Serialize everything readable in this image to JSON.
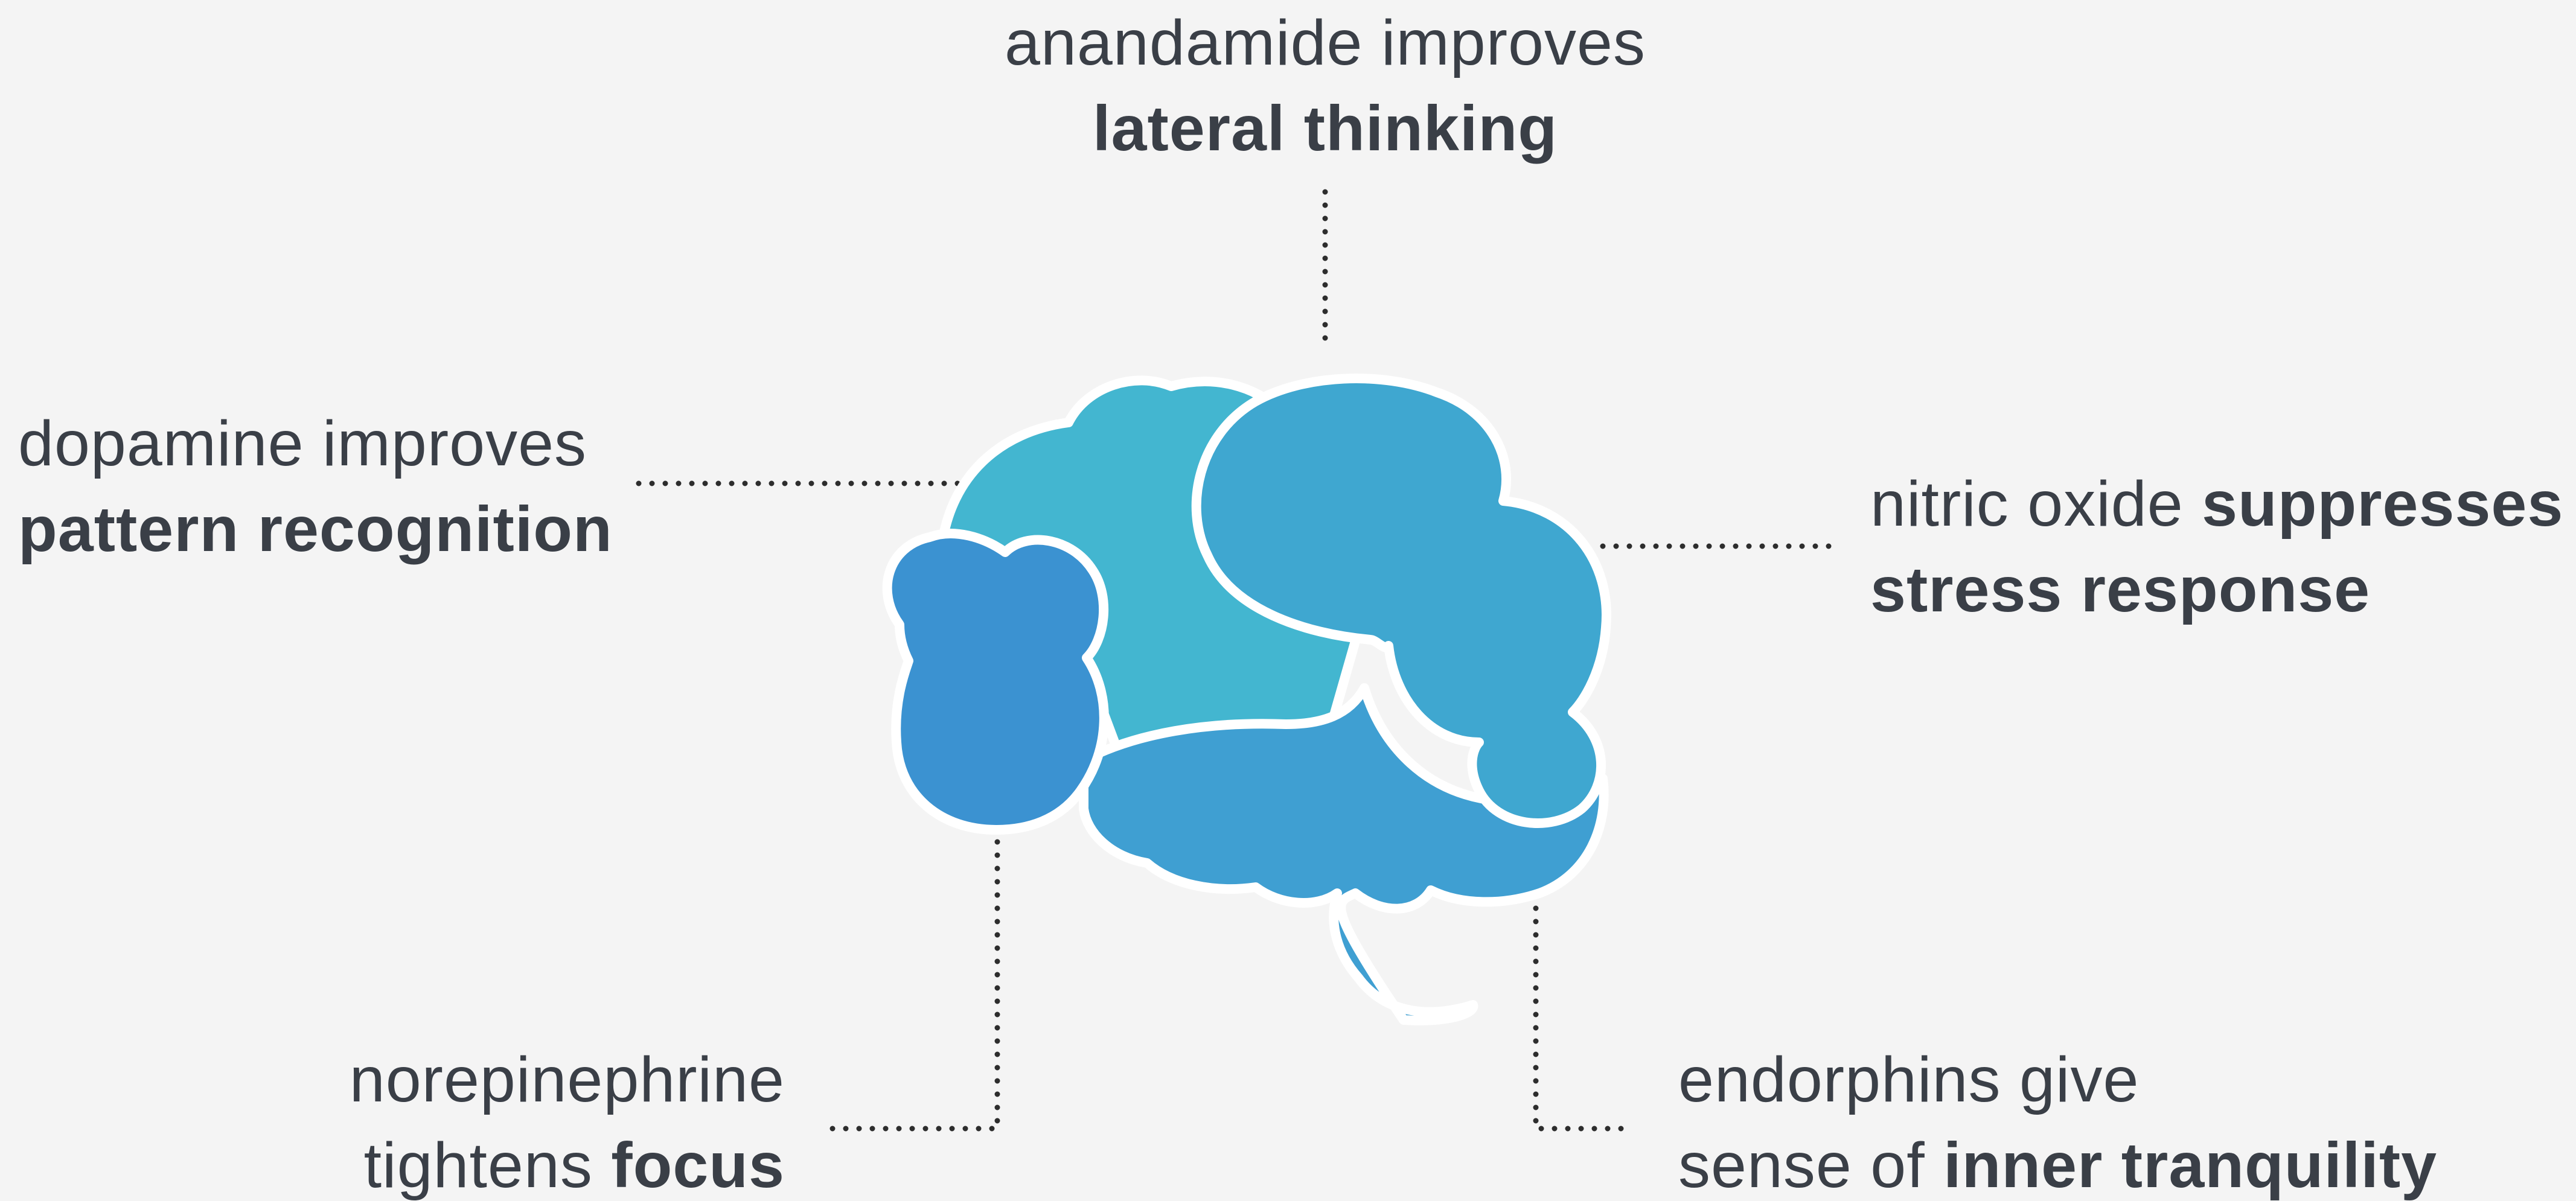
{
  "labels": {
    "anandamide": {
      "line1": "anandamide improves",
      "line2_bold": "lateral thinking"
    },
    "dopamine": {
      "line1": "dopamine improves",
      "line2_bold": "pattern recognition"
    },
    "nitric_oxide": {
      "line1_normal": "nitric oxide ",
      "line1_bold": "suppresses",
      "line2_bold": "stress response"
    },
    "norepinephrine": {
      "line1": "norepinephrine",
      "line2_normal": "tightens ",
      "line2_bold": "focus"
    },
    "endorphins": {
      "line1": "endorphins give",
      "line2_normal": "sense of ",
      "line2_bold": "inner tranquility"
    }
  },
  "colors": {
    "background": "#f4f4f4",
    "text": "#3a3f47",
    "brain_frontal": "#43b6d0",
    "brain_parietal": "#3fa7d0",
    "brain_temporal": "#3f9fd2",
    "brain_occipital": "#3b92d1",
    "outline": "#ffffff",
    "leader_lines": "#2d2d2d"
  }
}
